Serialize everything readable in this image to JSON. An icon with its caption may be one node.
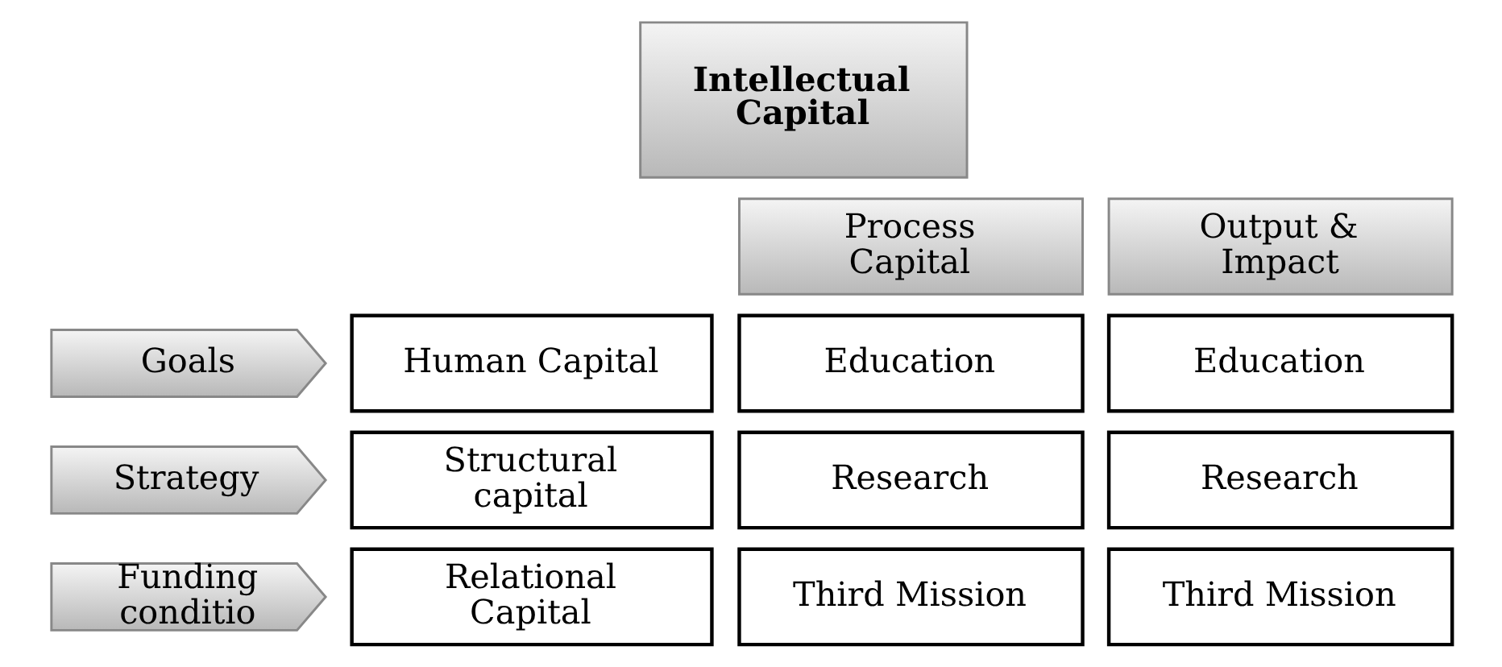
{
  "diagram": {
    "nodes": [
      {
        "text": [
          "Intellectual Capital"
        ]
      },
      {
        "text": [
          "Process Capital"
        ]
      },
      {
        "text": [
          "Output & Impact"
        ]
      },
      {
        "text": [
          "Goals"
        ]
      },
      {
        "text": [
          "Strategy"
        ]
      },
      {
        "text": [
          "Funding conditio"
        ]
      },
      {
        "text": [
          "Human Capital"
        ]
      },
      {
        "text": [
          "Structural capital"
        ]
      },
      {
        "text": [
          "Relational Capital"
        ]
      },
      {
        "text": [
          "Education"
        ]
      },
      {
        "text": [
          "Research"
        ]
      },
      {
        "text": [
          "Third Mission"
        ]
      },
      {
        "text": [
          "Education"
        ]
      },
      {
        "text": [
          "Research"
        ]
      },
      {
        "text": [
          "Third Mission"
        ]
      }
    ],
    "edges": []
  }
}
